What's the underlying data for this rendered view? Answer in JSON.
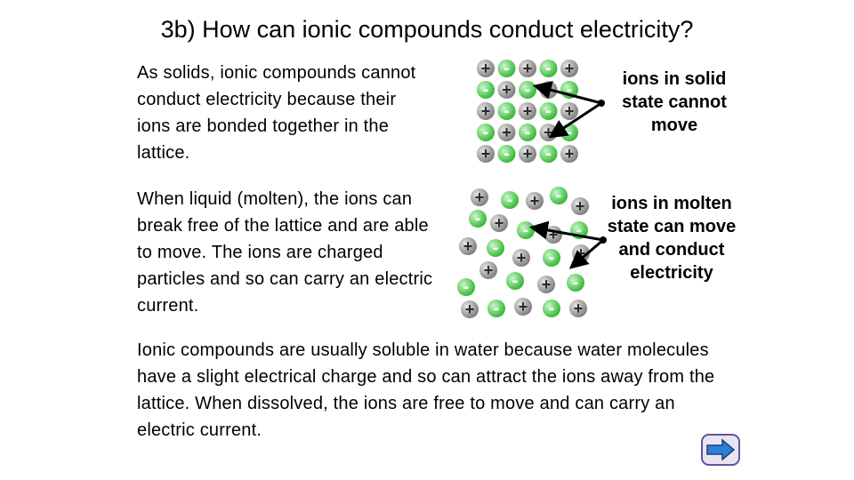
{
  "title": "3b) How can ionic compounds conduct electricity?",
  "paragraph_solid": "As solids, ionic compounds cannot conduct electricity because their ions are bonded together in the lattice.",
  "paragraph_molten": "When liquid (molten), the ions can break free of the lattice and are able to move. The ions are charged particles and so can carry an electric current.",
  "paragraph_dissolved": "Ionic compounds are usually soluble in water because water molecules have a slight electrical charge and so can attract the ions away from the lattice. When dissolved, the ions are free to move and can carry an electric current.",
  "callout_solid": "ions in solid state cannot move",
  "callout_molten": "ions in molten state can move and conduct electricity",
  "symbols": {
    "positive": "+",
    "negative": "-"
  },
  "colors": {
    "positive_ion": "#8a8a8a",
    "negative_ion": "#5ed35e",
    "nav_arrow": "#2e7fd6"
  },
  "icons": {
    "next": "right-arrow-icon"
  }
}
